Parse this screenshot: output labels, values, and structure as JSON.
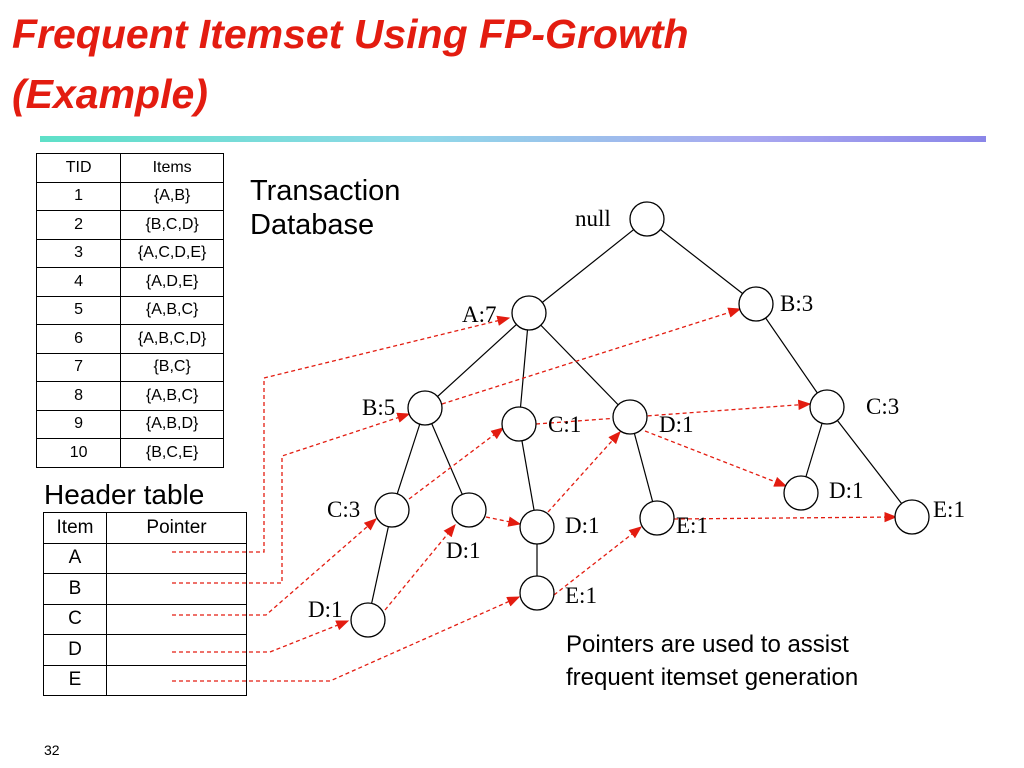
{
  "title": {
    "line1": "Frequent Itemset Using FP-Growth",
    "line2": "(Example)"
  },
  "slide_number": "32",
  "transaction_label": {
    "line1": "Transaction",
    "line2": "Database"
  },
  "transaction_table": {
    "headers": [
      "TID",
      "Items"
    ],
    "rows": [
      [
        "1",
        "{A,B}"
      ],
      [
        "2",
        "{B,C,D}"
      ],
      [
        "3",
        "{A,C,D,E}"
      ],
      [
        "4",
        "{A,D,E}"
      ],
      [
        "5",
        "{A,B,C}"
      ],
      [
        "6",
        "{A,B,C,D}"
      ],
      [
        "7",
        "{B,C}"
      ],
      [
        "8",
        "{A,B,C}"
      ],
      [
        "9",
        "{A,B,D}"
      ],
      [
        "10",
        "{B,C,E}"
      ]
    ]
  },
  "header_table_label": "Header table",
  "header_table": {
    "headers": [
      "Item",
      "Pointer"
    ],
    "items": [
      "A",
      "B",
      "C",
      "D",
      "E"
    ]
  },
  "tree_nodes": [
    {
      "id": "null",
      "label": "null"
    },
    {
      "id": "a7",
      "label": "A:7"
    },
    {
      "id": "b3",
      "label": "B:3"
    },
    {
      "id": "b5",
      "label": "B:5"
    },
    {
      "id": "c1a",
      "label": "C:1"
    },
    {
      "id": "d1a",
      "label": "D:1"
    },
    {
      "id": "c3b",
      "label": "C:3"
    },
    {
      "id": "c3a",
      "label": "C:3"
    },
    {
      "id": "d1b",
      "label": "D:1"
    },
    {
      "id": "d1c",
      "label": "D:1"
    },
    {
      "id": "e1a",
      "label": "E:1"
    },
    {
      "id": "d1d",
      "label": "D:1"
    },
    {
      "id": "e1b",
      "label": "E:1"
    },
    {
      "id": "d1e",
      "label": "D:1"
    },
    {
      "id": "e1c",
      "label": "E:1"
    }
  ],
  "colors": {
    "title": "#e31c10",
    "pointer": "#e31c10",
    "edge": "#000000"
  },
  "note": {
    "line1": "Pointers are used to assist",
    "line2": "frequent itemset generation"
  }
}
